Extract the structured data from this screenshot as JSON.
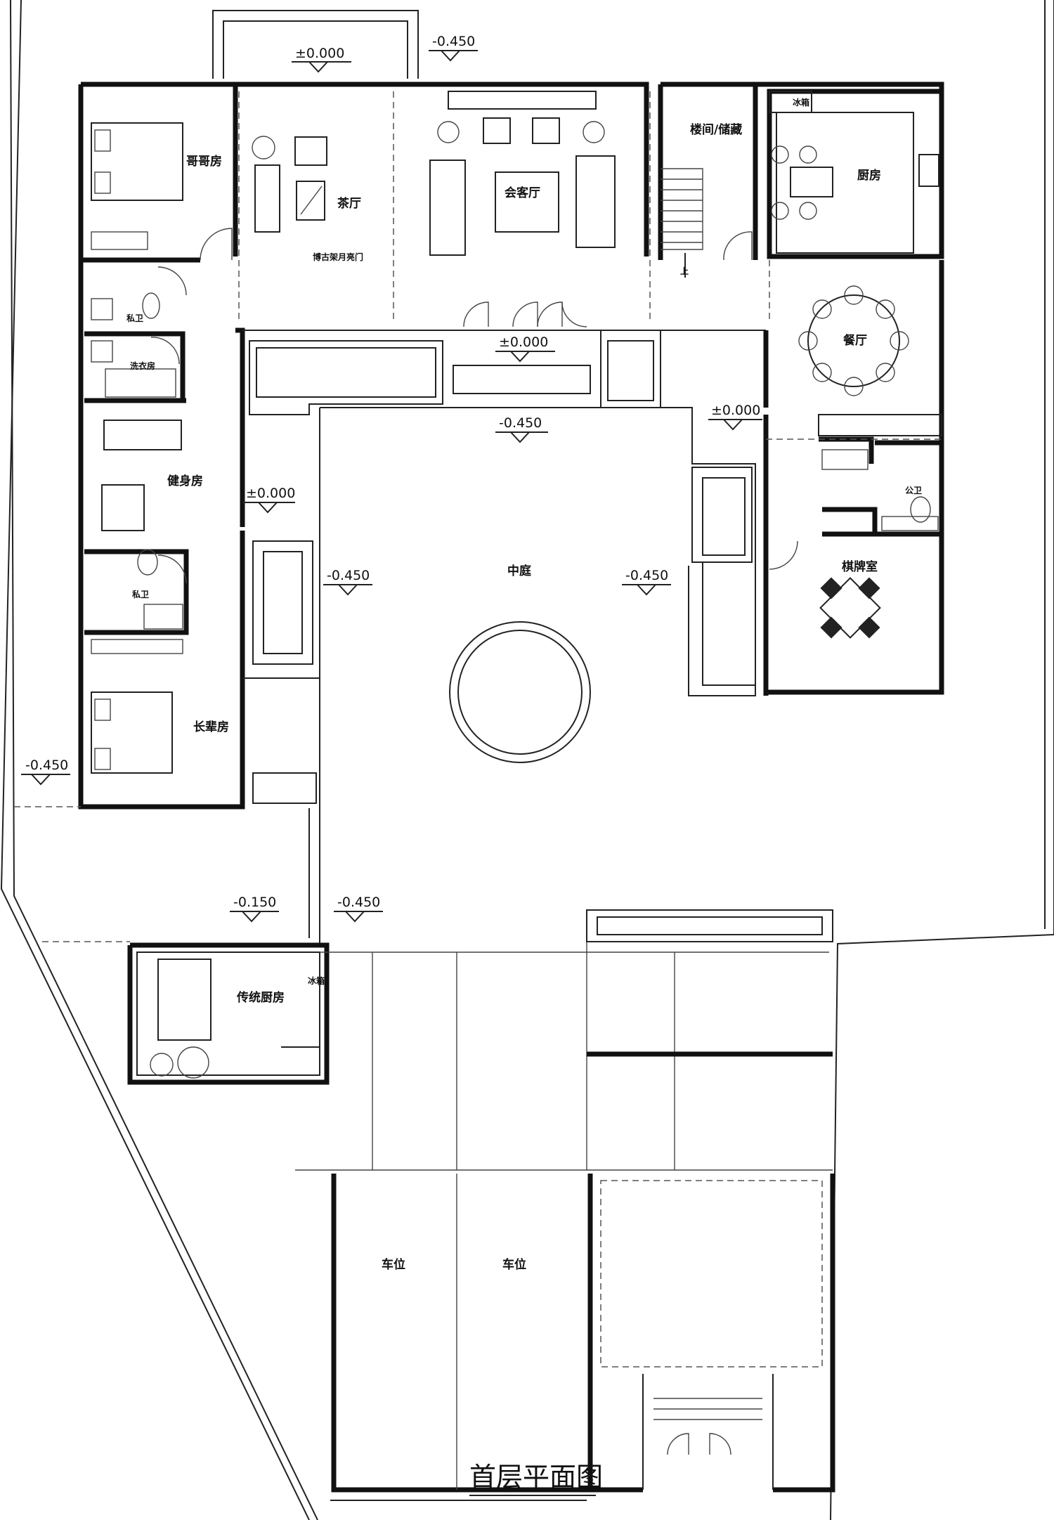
{
  "title": "首层平面图",
  "rooms": {
    "brother_room": "哥哥房",
    "tea_hall": "茶厅",
    "living_room": "会客厅",
    "stair_storage": "楼间/储藏",
    "kitchen": "厨房",
    "fridge_main": "冰箱",
    "bookshelf_door": "博古架月亮门",
    "private_bath_top": "私卫",
    "laundry": "洗衣房",
    "dining": "餐厅",
    "gym": "健身房",
    "courtyard": "中庭",
    "public_bath": "公卫",
    "chess_room": "棋牌室",
    "private_bath_bottom": "私卫",
    "elder_room": "长辈房",
    "traditional_kitchen": "传统厨房",
    "fridge_trad": "冰箱",
    "parking_1": "车位",
    "parking_2": "车位",
    "stair_up": "上"
  },
  "levels": {
    "entry_top": "±0.000",
    "outside_top": "-0.450",
    "moon_door": "±0.000",
    "courtyard_top": "-0.450",
    "dining_step": "±0.000",
    "gallery_left": "±0.000",
    "courtyard_left": "-0.450",
    "courtyard_right": "-0.450",
    "outside_left": "-0.450",
    "trad_kitchen": "-0.150",
    "yard_lower": "-0.450"
  }
}
